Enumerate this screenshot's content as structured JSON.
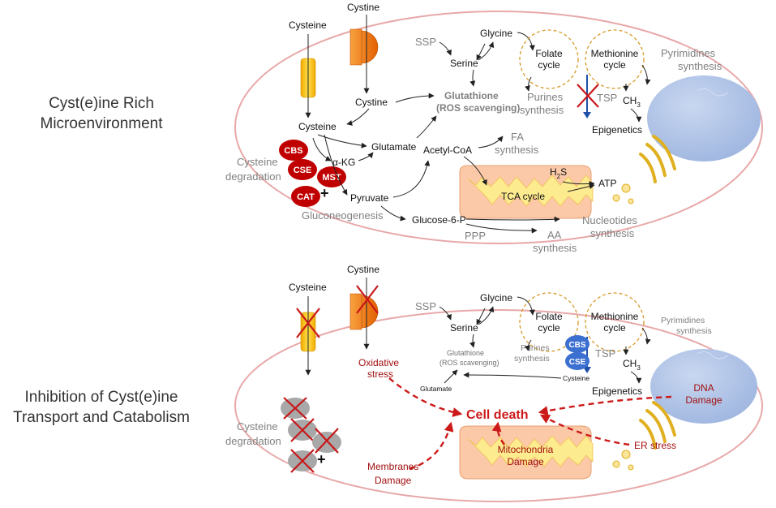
{
  "panels": {
    "top_title": "Cyst(e)ine Rich\nMicroenvironment",
    "bottom_title": "Inhibition of Cyst(e)ine\nTransport and Catabolism"
  },
  "top": {
    "cysteine_outside": "Cysteine",
    "cystine_outside": "Cystine",
    "cystine_inside": "Cystine",
    "cysteine_inside": "Cysteine",
    "ssp": "SSP",
    "serine": "Serine",
    "glycine": "Glycine",
    "glutathione": "Glutathione",
    "ros": "(ROS scavenging)",
    "folate": "Folate\ncycle",
    "methionine": "Methionine\ncycle",
    "pyrimidines": "Pyrimidines\nsynthesis",
    "purines": "Purines\nsynthesis",
    "tsp": "TSP",
    "ch3": "CH",
    "ch3_sub": "3",
    "epigenetics": "Epigenetics",
    "glutamate": "Glutamate",
    "akg": "α-KG",
    "acetyl": "Acetyl-CoA",
    "fa": "FA\nsynthesis",
    "h2s": "H",
    "h2s_sub": "2",
    "h2s_end": "S",
    "atp": "ATP",
    "tca": "TCA cycle",
    "pyruvate": "Pyruvate",
    "cys_degradation": "Cysteine\ndegradation",
    "gluconeogenesis": "Gluconeogenesis",
    "g6p": "Glucose-6-P",
    "ppp": "PPP",
    "aa": "AA\nsynthesis",
    "nucleotides": "Nucleotides\nsynthesis",
    "enzymes": [
      "CBS",
      "CSE",
      "MST",
      "CAT"
    ],
    "plus": "+"
  },
  "bottom": {
    "cysteine_outside": "Cysteine",
    "cystine_outside": "Cystine",
    "ssp": "SSP",
    "serine": "Serine",
    "glycine": "Glycine",
    "glutathione": "Glutathione",
    "ros": "(ROS scavenging)",
    "folate": "Folate\ncycle",
    "methionine": "Methionine\ncycle",
    "pyrimidines": "Pyrimidines\nsynthesis",
    "purines": "Purines\nsynthesis",
    "tsp": "TSP",
    "cbs": "CBS",
    "cse": "CSE",
    "cysteine_small": "Cysteine",
    "glutamate": "Glutamate",
    "ch3": "CH",
    "ch3_sub": "3",
    "epigenetics": "Epigenetics",
    "oxidative": "Oxidative\nstress",
    "cell_death": "Cell death",
    "dna": "DNA\nDamage",
    "er": "ER stress",
    "mito": "Mitochondria\nDamage",
    "membranes": "Membranes\nDamage",
    "cys_degradation": "Cysteine\ndegradation",
    "plus": "+"
  },
  "colors": {
    "cell_outline": "#e8a8a8",
    "enzyme_red": "#c00000",
    "enzyme_blue": "#3b6fd0",
    "transporter_yellow": "#f5c400",
    "transporter_orange": "#f07a10",
    "nucleus": "#b0c4e8",
    "mito_fill": "#fbe59a",
    "cross": "#c8181a",
    "folate_ring": "#d69a2a"
  }
}
